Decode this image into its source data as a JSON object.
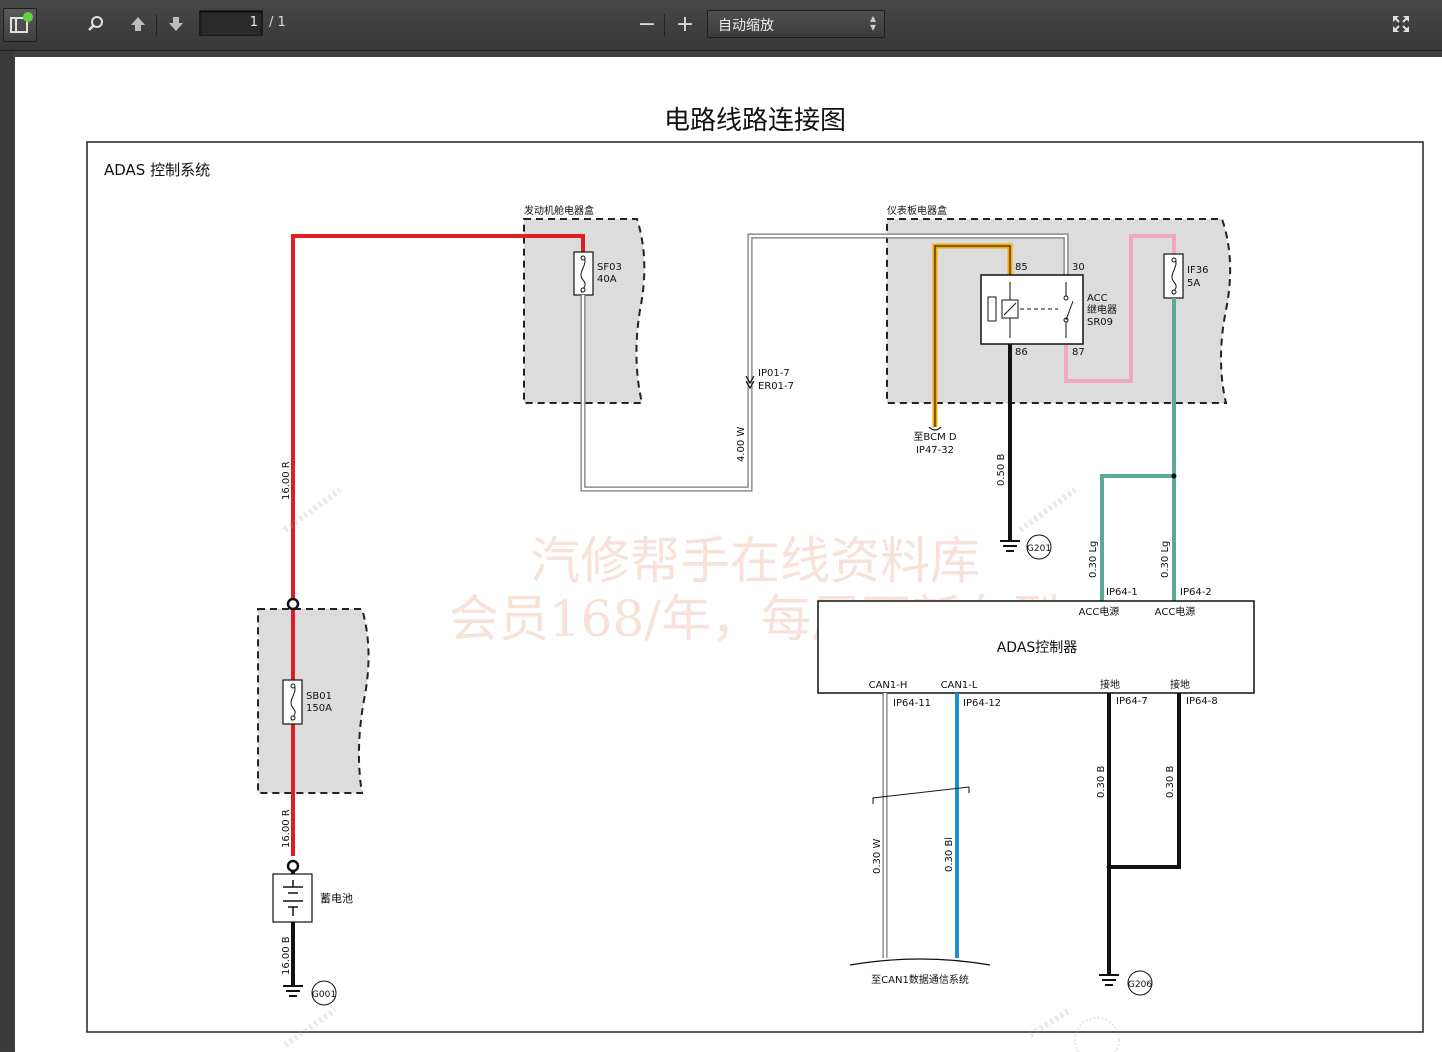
{
  "toolbar": {
    "page_number": "1",
    "page_count": "/ 1",
    "zoom_value": "自动缩放",
    "zoom_out": "−",
    "zoom_in": "+"
  },
  "document": {
    "title": "电路线路连接图",
    "system_label": "ADAS 控制系统",
    "watermark_line1": "汽修帮手在线资料库",
    "watermark_line2": "会员168/年，每周更新车型",
    "engine_box_label": "发动机舱电器盒",
    "ip_box_label": "仪表板电器盒",
    "fuse_sf03_name": "SF03",
    "fuse_sf03_rating": "40A",
    "fuse_sb01_name": "SB01",
    "fuse_sb01_rating": "150A",
    "fuse_if36_name": "IF36",
    "fuse_if36_rating": "5A",
    "relay_line1": "ACC",
    "relay_line2": "继电器",
    "relay_line3": "SR09",
    "relay_pin85": "85",
    "relay_pin30": "30",
    "relay_pin86": "86",
    "relay_pin87": "87",
    "connector_ip01": "IP01-7",
    "connector_er01": "ER01-7",
    "bcm_line1": "至BCM D",
    "bcm_line2": "IP47-32",
    "wire_16r_top": "16.00 R",
    "wire_16r_bottom": "16.00 R",
    "wire_16b": "16.00 B",
    "wire_4w": "4.00 W",
    "wire_050b": "0.50 B",
    "wire_030lg_1": "0.30 Lg",
    "wire_030lg_2": "0.30 Lg",
    "wire_030w": "0.30 W",
    "wire_030bl": "0.30 Bl",
    "wire_030b_1": "0.30 B",
    "wire_030b_2": "0.30 B",
    "ground_g201": "G201",
    "ground_g001": "G001",
    "ground_g206": "G206",
    "battery_label": "蓄电池",
    "controller_name": "ADAS控制器",
    "pin_ip64_1": "IP64-1",
    "pin_ip64_2": "IP64-2",
    "acc_power_1": "ACC电源",
    "acc_power_2": "ACC电源",
    "can_h": "CAN1-H",
    "can_l": "CAN1-L",
    "ground_pin_1": "接地",
    "ground_pin_2": "接地",
    "pin_ip64_11": "IP64-11",
    "pin_ip64_12": "IP64-12",
    "pin_ip64_7": "IP64-7",
    "pin_ip64_8": "IP64-8",
    "can_bus_label": "至CAN1数据通信系统"
  },
  "colors": {
    "red_wire": "#e31b23",
    "yellow_wire": "#f5a800",
    "pink_wire": "#f2a6c4",
    "green_wire": "#5ba896",
    "blue_wire": "#1a8fd1",
    "black_wire": "#111111",
    "box_fill": "#dcdcdc"
  }
}
